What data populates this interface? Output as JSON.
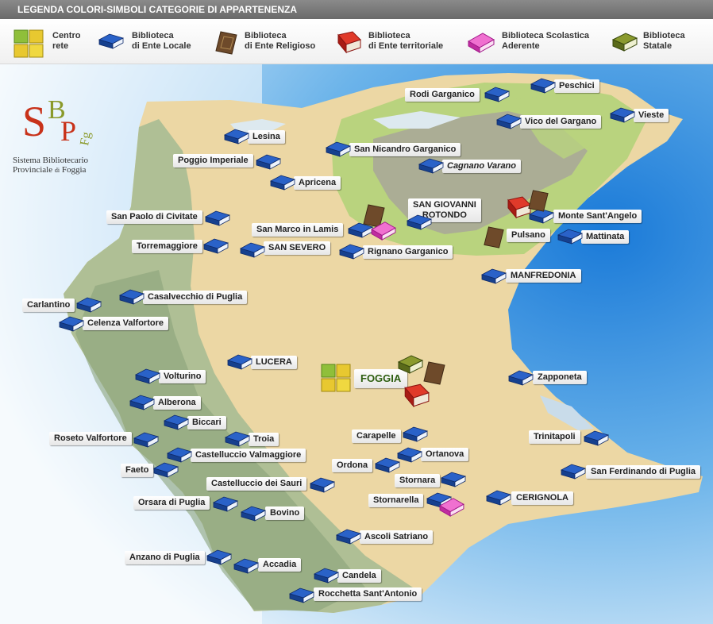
{
  "header": {
    "title": "LEGENDA COLORI-SIMBOLI CATEGORIE DI APPARTENENZA"
  },
  "legend": [
    {
      "key": "centro",
      "label": "Centro\nrete",
      "icon": "network-center-icon",
      "color": "#f0d030"
    },
    {
      "key": "locale",
      "label": "Biblioteca\ndi Ente Locale",
      "icon": "blue-book-icon",
      "color": "#2a62c8"
    },
    {
      "key": "religioso",
      "label": "Biblioteca\ndi Ente Religioso",
      "icon": "brown-book-icon",
      "color": "#6e4a2a"
    },
    {
      "key": "territoriale",
      "label": "Biblioteca\ndi Ente territoriale",
      "icon": "red-book-icon",
      "color": "#c4241c"
    },
    {
      "key": "scolastica",
      "label": "Biblioteca Scolastica\nAderente",
      "icon": "pink-book-icon",
      "color": "#e040b8"
    },
    {
      "key": "statale",
      "label": "Biblioteca\nStatale",
      "icon": "olive-book-icon",
      "color": "#6a7a22"
    }
  ],
  "logo": {
    "letters": "SBPFg",
    "caption_line1": "Sistema Bibliotecario",
    "caption_line2": "Provinciale",
    "caption_small": "di",
    "caption_end": "Foggia"
  },
  "places": {
    "peschici": "Peschici",
    "rodi": "Rodi Garganico",
    "vieste": "Vieste",
    "vico": "Vico del Gargano",
    "lesina": "Lesina",
    "sannicandro": "San Nicandro Garganico",
    "poggio": "Poggio Imperiale",
    "cagnano": "Cagnano Varano",
    "apricena": "Apricena",
    "sgr_line1": "SAN GIOVANNI",
    "sgr_line2": "ROTONDO",
    "sanpaolo": "San Paolo di Civitate",
    "montesa": "Monte Sant'Angelo",
    "sanmarco": "San Marco in Lamis",
    "pulsano": "Pulsano",
    "mattinata": "Mattinata",
    "torremaggiore": "Torremaggiore",
    "sansevero": "SAN SEVERO",
    "rignano": "Rignano Garganico",
    "manfredonia": "MANFREDONIA",
    "casalvecchio": "Casalvecchio di Puglia",
    "carlantino": "Carlantino",
    "celenza": "Celenza Valfortore",
    "lucera": "LUCERA",
    "foggia": "FOGGIA",
    "volturino": "Volturino",
    "zapponeta": "Zapponeta",
    "alberona": "Alberona",
    "biccari": "Biccari",
    "carapelle": "Carapelle",
    "trinitapoli": "Trinitapoli",
    "roseto": "Roseto Valfortore",
    "troia": "Troia",
    "ortanova": "Ortanova",
    "castelluccio_v": "Castelluccio Valmaggiore",
    "ordona": "Ordona",
    "faeto": "Faeto",
    "sanferdinando": "San Ferdinando di Puglia",
    "castelluccio_s": "Castelluccio dei Sauri",
    "stornara": "Stornara",
    "orsara": "Orsara di Puglia",
    "stornarella": "Stornarella",
    "cerignola": "CERIGNOLA",
    "bovino": "Bovino",
    "ascoli": "Ascoli Satriano",
    "anzano": "Anzano di Puglia",
    "accadia": "Accadia",
    "candela": "Candela",
    "rocchetta": "Rocchetta Sant'Antonio"
  },
  "colors": {
    "sea": "#5aa6e4",
    "plain": "#ecd7a4",
    "hills": "#9db38a",
    "gargano_green": "#b9d37e",
    "gargano_dark": "#b0a896"
  }
}
